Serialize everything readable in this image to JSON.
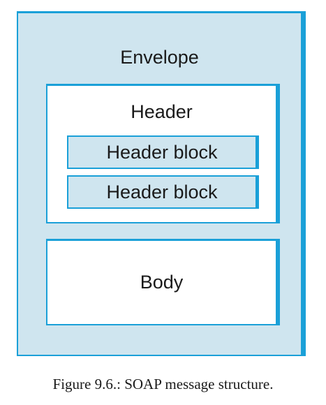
{
  "diagram": {
    "envelope_label": "Envelope",
    "header_label": "Header",
    "header_blocks": [
      {
        "label": "Header block"
      },
      {
        "label": "Header block"
      }
    ],
    "body_label": "Body"
  },
  "caption": "Figure 9.6.: SOAP message structure.",
  "colors": {
    "border_accent": "#1aa0d8",
    "light_fill": "#cfe5ef",
    "white_fill": "#ffffff",
    "text": "#1a1a1a"
  }
}
